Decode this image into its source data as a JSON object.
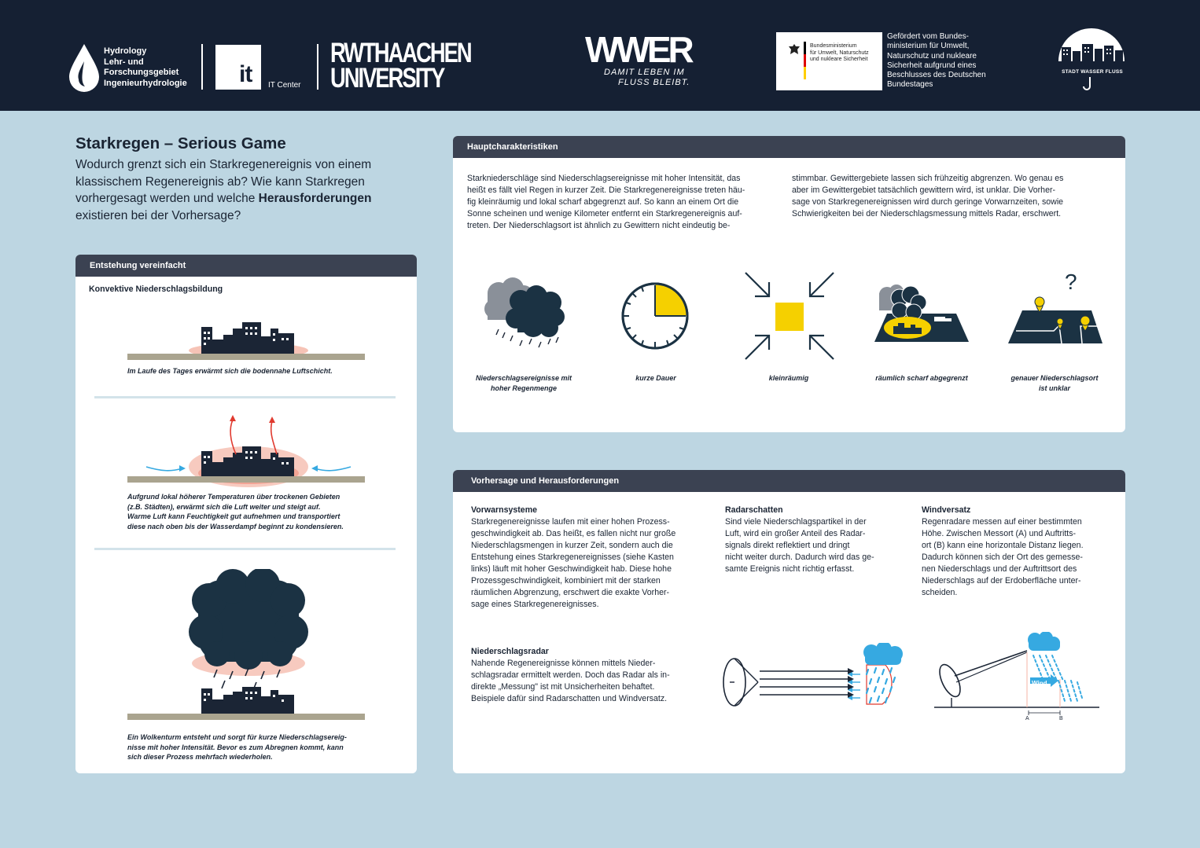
{
  "header": {
    "hydrology_lines": [
      "Hydrology",
      "Lehr- und",
      "Forschungsgebiet",
      "Ingenieurhydrologie"
    ],
    "it_logo": "it",
    "it_center": "IT Center",
    "rwth_line1": "RWTHAACHEN",
    "rwth_line2": "UNIVERSITY",
    "wwer_logo": "WWER",
    "wwer_tagline_1": "DAMIT LEBEN IM",
    "wwer_tagline_2": "FLUSS BLEIBT.",
    "bmu_lines": [
      "Bundesministerium",
      "für Umwelt, Naturschutz",
      "und nukleare Sicherheit"
    ],
    "funding_lines": [
      "Gefördert vom Bundes-",
      "ministerium für Umwelt,",
      "Naturschutz und nukleare",
      "Sicherheit aufgrund eines",
      "Beschlusses des Deutschen",
      "Bundestages"
    ],
    "swf_label": "STADT WASSER FLUSS"
  },
  "intro": {
    "title": "Starkregen – Serious Game",
    "question_part1": "Wodurch grenzt sich ein Starkregenereignis von einem klassischem Regenereignis ab? Wie kann Starkregen vorhergesagt werden und welche ",
    "question_bold": "Herausforderungen",
    "question_part2": " existieren bei der Vorhersage?"
  },
  "entstehung": {
    "header": "Entstehung vereinfacht",
    "subtitle": "Konvektive Niederschlagsbildung",
    "cap1": "Im Laufe des Tages erwärmt sich die bodennahe Luftschicht.",
    "cap2_lines": [
      "Aufgrund lokal höherer Temperaturen über trockenen Gebieten",
      "(z.B. Städten), erwärmt sich die Luft weiter und steigt auf.",
      "Warme Luft kann Feuchtigkeit gut aufnehmen und transportiert",
      "diese nach oben bis der Wasserdampf beginnt zu kondensieren."
    ],
    "cap3_lines": [
      "Ein Wolkenturm entsteht und sorgt für kurze Niederschlagsereig-",
      "nisse mit hoher Intensität. Bevor es zum Abregnen kommt, kann",
      "sich dieser Prozess mehrfach wiederholen."
    ]
  },
  "haupt": {
    "header": "Hauptcharakteristiken",
    "col1_lines": [
      "Starkniederschläge sind Niederschlagsereignisse mit hoher Intensität, das",
      "heißt es fällt viel Regen in kurzer Zeit. Die Starkregenereignisse treten häu-",
      "fig kleinräumig und lokal scharf abgegrenzt auf. So kann an einem Ort die",
      "Sonne scheinen und wenige Kilometer entfernt ein Starkregenereignis auf-",
      "treten. Der Niederschlagsort ist ähnlich zu Gewittern nicht eindeutig be-"
    ],
    "col2_lines": [
      "stimmbar. Gewittergebiete lassen sich frühzeitig abgrenzen. Wo genau es",
      "aber im Gewittergebiet tatsächlich gewittern wird, ist unklar. Die Vorher-",
      "sage von Starkregenereignissen wird durch geringe Vorwarnzeiten, sowie",
      "Schwierigkeiten bei der Niederschlagsmessung mittels Radar, erschwert."
    ],
    "icon1_lines": [
      "Niederschlagsereignisse mit",
      "hoher Regenmenge"
    ],
    "icon2": "kurze Dauer",
    "icon3": "kleinräumig",
    "icon4": "räumlich scharf abgegrenzt",
    "icon5_lines": [
      "genauer Niederschlagsort",
      "ist unklar"
    ],
    "question_mark": "?"
  },
  "vorhersage": {
    "header": "Vorhersage und Herausforderungen",
    "vorwarn_title": "Vorwarnsysteme",
    "vorwarn_lines": [
      "Starkregenereignisse laufen mit einer hohen Prozess-",
      "geschwindigkeit ab. Das heißt, es fallen nicht nur große",
      "Niederschlagsmengen in kurzer Zeit, sondern auch die",
      "Entstehung eines Starkregenereignisses (siehe Kasten",
      "links) läuft mit hoher Geschwindigkeit hab. Diese hohe",
      "Prozessgeschwindigkeit, kombiniert mit der starken",
      "räumlichen Abgrenzung, erschwert die exakte Vorher-",
      "sage eines Starkregenereignisses."
    ],
    "radarschatten_title": "Radarschatten",
    "radarschatten_lines": [
      "Sind viele Niederschlagspartikel in der",
      "Luft, wird ein großer Anteil des Radar-",
      "signals direkt reflektiert und dringt",
      "nicht weiter durch. Dadurch wird das ge-",
      "samte Ereignis nicht richtig erfasst."
    ],
    "windversatz_title": "Windversatz",
    "windversatz_lines": [
      "Regenradare messen auf einer bestimmten",
      "Höhe. Zwischen Messort (A) und Auftritts-",
      "ort (B) kann eine horizontale Distanz liegen.",
      "Dadurch können sich der Ort des gemesse-",
      "nen Niederschlags und der Auftrittsort des",
      "Niederschlags auf der Erdoberfläche unter-",
      "scheiden."
    ],
    "radar_title": "Niederschlagsradar",
    "radar_lines": [
      "Nahende Regenereignisse können mittels Nieder-",
      "schlagsradar ermittelt werden. Doch das Radar als in-",
      "direkte  „Messung\" ist mit Unsicherheiten behaftet.",
      "Beispiele dafür sind Radarschatten und Windversatz."
    ],
    "wind_label": "Wind",
    "label_a": "A",
    "label_b": "B"
  },
  "colors": {
    "navy": "#152033",
    "dark": "#1b3243",
    "yellow": "#f5d000",
    "blue": "#36a9e1",
    "red": "#e03a2f",
    "ground": "#aaa48f",
    "background": "#bdd6e2"
  }
}
